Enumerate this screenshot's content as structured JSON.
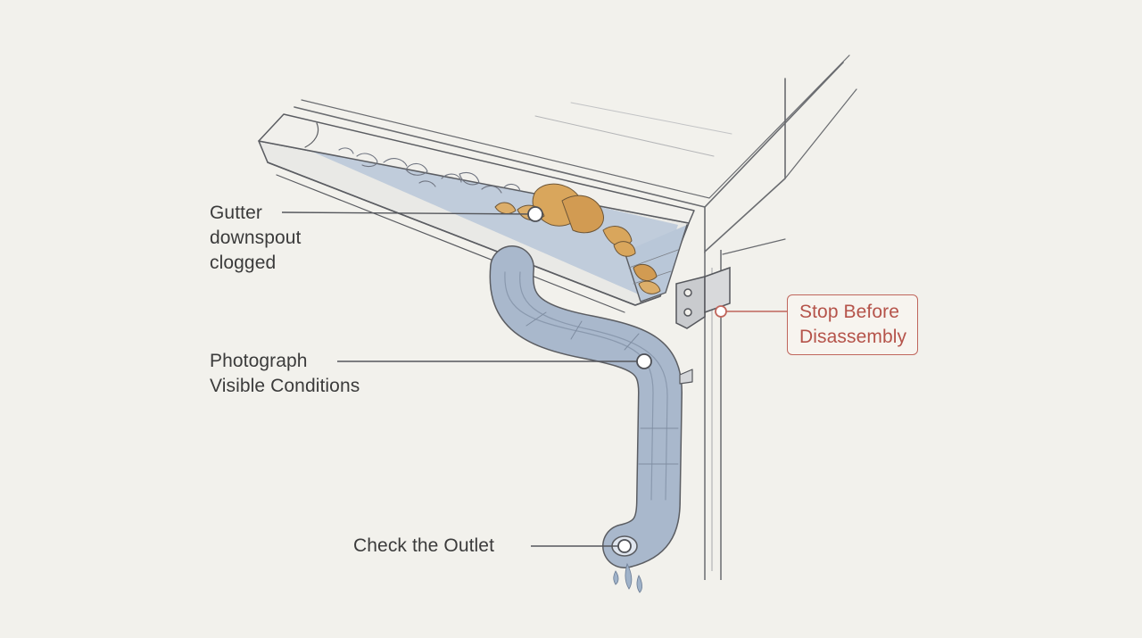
{
  "annotations": {
    "gutter_clog": {
      "text": "Gutter\ndownspout\nclogged"
    },
    "photograph": {
      "text": "Photograph\nVisible Conditions"
    },
    "outlet": {
      "text": "Check the Outlet"
    },
    "stop": {
      "text": "Stop Before\nDisassembly"
    }
  },
  "colors": {
    "background": "#f2f1ec",
    "ink": "#5b5d62",
    "water": "#b9c7d8",
    "pipe": "#a9b8cc",
    "leaves": "#d9a65c",
    "warning": "#c0665c",
    "label_text": "#3b3b3b"
  }
}
